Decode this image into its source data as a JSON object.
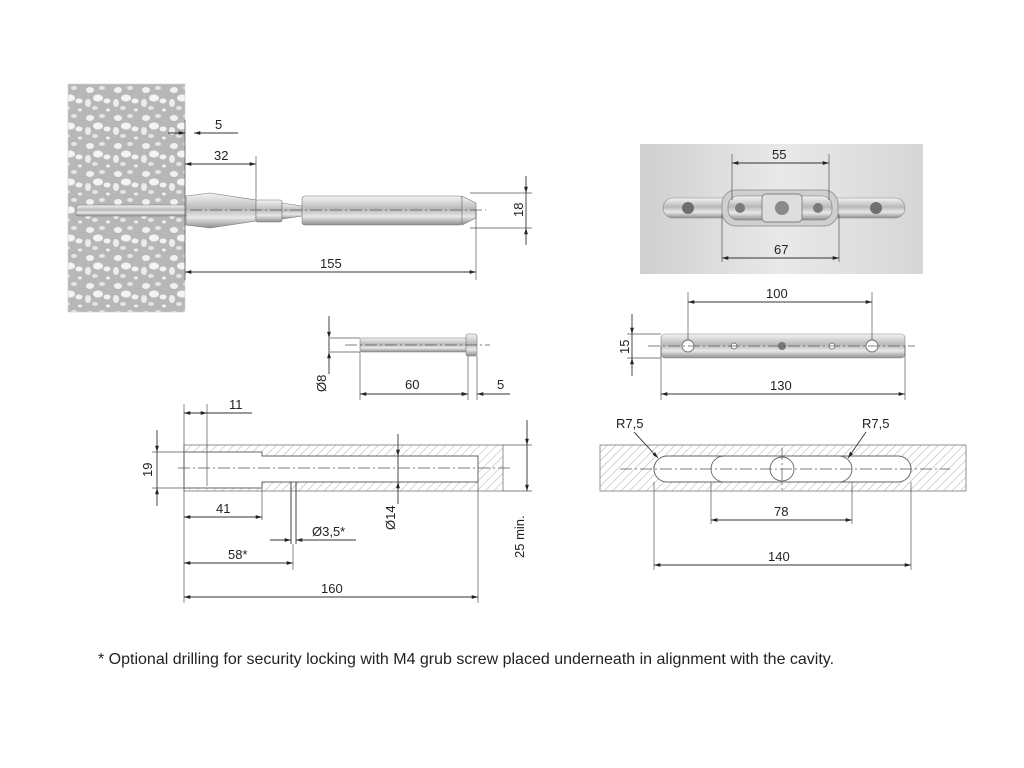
{
  "footnote": "* Optional drilling for security locking with M4 grub screw placed underneath in alignment with the cavity.",
  "view_mounted": {
    "dims": [
      "5",
      "32",
      "155",
      "18"
    ]
  },
  "view_bracket_photo": {
    "dims": [
      "55",
      "67"
    ]
  },
  "view_pin": {
    "dims": [
      "Ø8",
      "60",
      "5"
    ]
  },
  "view_bracket_drawing": {
    "dims": [
      "100",
      "130",
      "15"
    ]
  },
  "view_drill_hole": {
    "dims": [
      "11",
      "19",
      "41",
      "58*",
      "Ø3,5*",
      "Ø14",
      "25 min.",
      "160"
    ]
  },
  "view_slot_cut": {
    "dims": [
      "R7,5",
      "R7,5",
      "78",
      "140"
    ]
  }
}
